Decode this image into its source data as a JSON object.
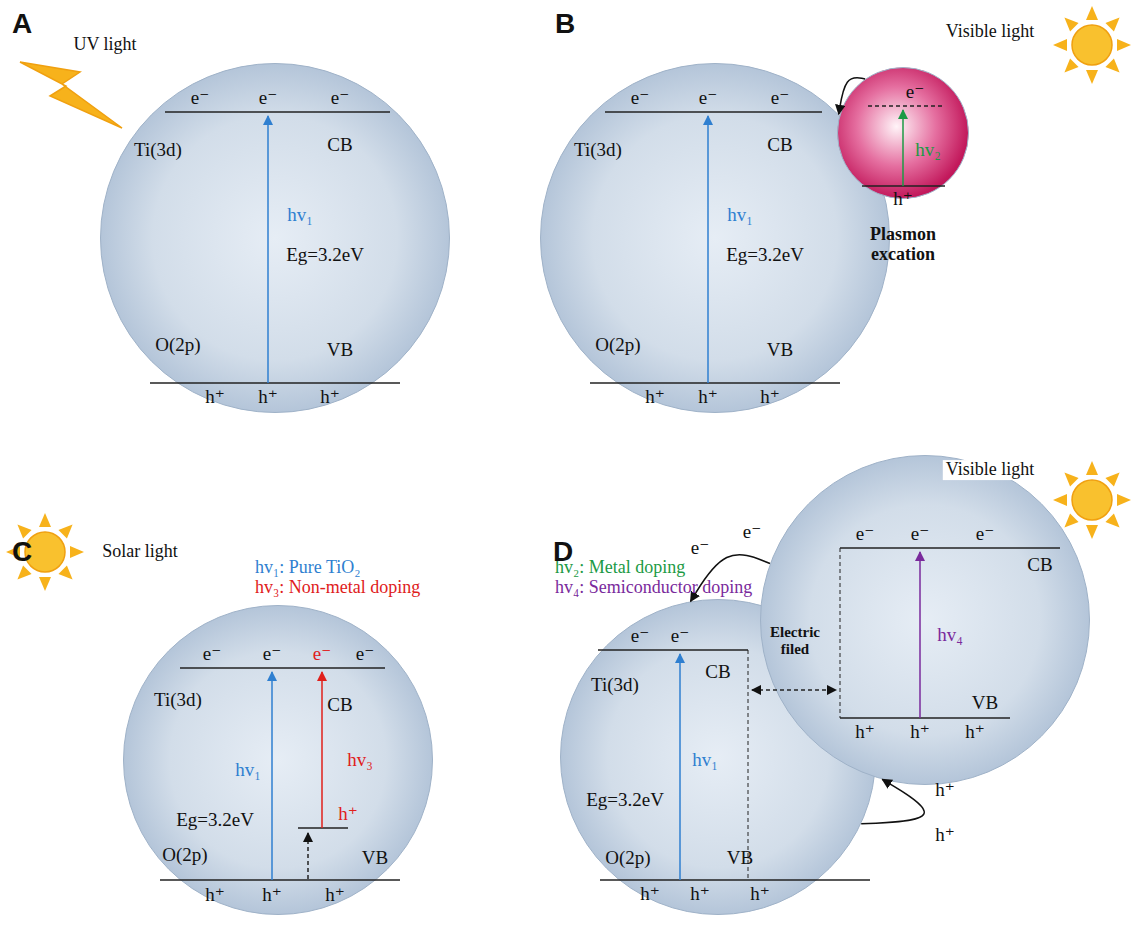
{
  "diagram": {
    "nodes": [
      {
        "text": [
          "e⁻",
          "e⁻",
          "e⁻",
          "Ti(3d)",
          "CB",
          "hv₁",
          "Eg=3.2eV",
          "O(2p)",
          "VB",
          "h⁺",
          "h⁺",
          "h⁺"
        ]
      },
      {
        "text": [
          "e⁻",
          "e⁻",
          "e⁻",
          "Ti(3d)",
          "CB",
          "hv₁",
          "Eg=3.2eV",
          "O(2p)",
          "VB",
          "h⁺",
          "h⁺",
          "h⁺"
        ]
      },
      {
        "text": [
          "e⁻",
          "hv₂",
          "h⁺",
          "Plasmon excation"
        ]
      },
      {
        "text": [
          "e⁻",
          "e⁻",
          "e⁻",
          "e⁻",
          "Ti(3d)",
          "CB",
          "hv₁",
          "hv₃",
          "Eg=3.2eV",
          "h⁺",
          "O(2p)",
          "VB",
          "h⁺",
          "h⁺",
          "h⁺"
        ]
      },
      {
        "text": [
          "e⁻",
          "e⁻",
          "Ti(3d)",
          "CB",
          "hv₁",
          "Eg=3.2eV",
          "O(2p)",
          "VB",
          "h⁺",
          "h⁺",
          "h⁺"
        ]
      },
      {
        "text": [
          "e⁻",
          "e⁻",
          "e⁻",
          "CB",
          "hv₄",
          "VB",
          "h⁺",
          "h⁺",
          "h⁺"
        ]
      }
    ],
    "edges": [
      {
        "from": 2,
        "to": 1,
        "arrow": "to"
      },
      {
        "from": 5,
        "to": 4,
        "arrow": "to"
      },
      {
        "from": 4,
        "to": 5,
        "arrow": "to"
      }
    ],
    "labels": [
      "A",
      "UV light",
      "B",
      "Visible light",
      "C",
      "Solar light",
      "hv₁: Pure TiO₂",
      "hv₂: Metal doping",
      "hv₃: Non-metal doping",
      "hv₄: Semiconductor doping",
      "D",
      "Visible light",
      "Electric filed",
      "e⁻",
      "e⁻",
      "h⁺",
      "h⁺"
    ]
  }
}
